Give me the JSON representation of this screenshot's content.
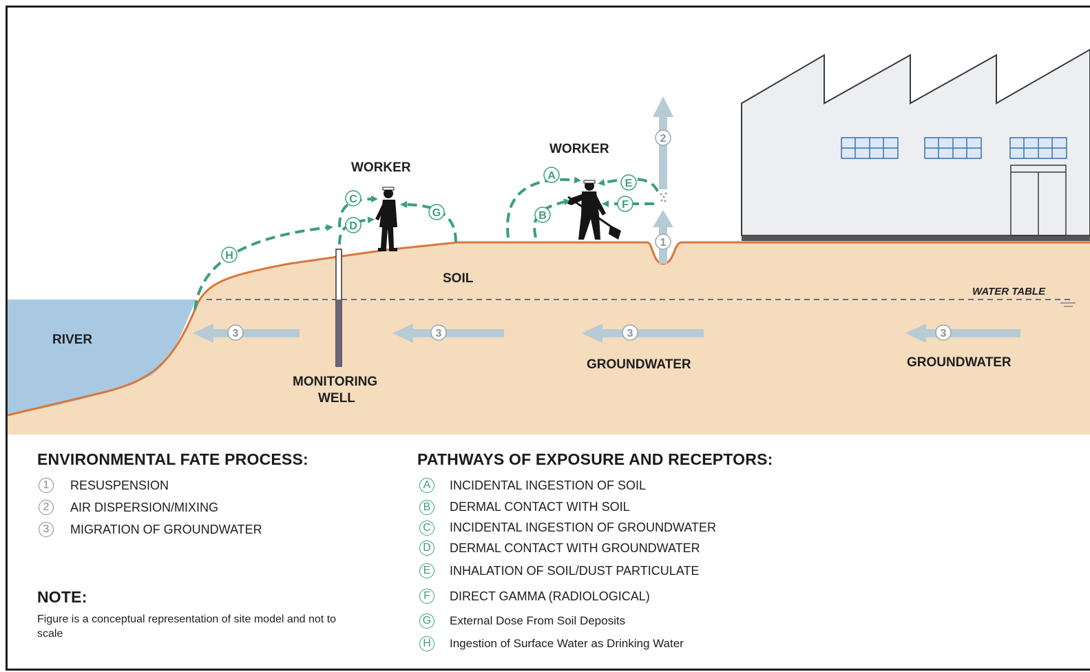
{
  "diagram": {
    "labels": {
      "worker_left": "WORKER",
      "worker_right": "WORKER",
      "soil": "SOIL",
      "river": "RIVER",
      "monitoring_well_line1": "MONITORING",
      "monitoring_well_line2": "WELL",
      "groundwater_1": "GROUNDWATER",
      "groundwater_2": "GROUNDWATER",
      "water_table": "WATER TABLE"
    },
    "markers": {
      "one": "1",
      "two": "2",
      "three": "3",
      "A": "A",
      "B": "B",
      "C": "C",
      "D": "D",
      "E": "E",
      "F": "F",
      "G": "G",
      "H": "H"
    },
    "colors": {
      "soil": "#f4dcbd",
      "soil_surface_line": "#d9773b",
      "river": "#a9c9e3",
      "pathway_green": "#3a9f7e",
      "process_arrow": "#b7cbd6",
      "building": "#eceef1",
      "well_fill": "#6d6384"
    }
  },
  "legend": {
    "fate_title": "ENVIRONMENTAL FATE PROCESS:",
    "fate_items": [
      {
        "marker": "1",
        "label": "RESUSPENSION"
      },
      {
        "marker": "2",
        "label": "AIR DISPERSION/MIXING"
      },
      {
        "marker": "3",
        "label": "MIGRATION OF GROUNDWATER"
      }
    ],
    "pathways_title": "PATHWAYS OF EXPOSURE AND RECEPTORS:",
    "pathway_items": [
      {
        "marker": "A",
        "label": "INCIDENTAL INGESTION OF SOIL"
      },
      {
        "marker": "B",
        "label": "DERMAL CONTACT WITH SOIL"
      },
      {
        "marker": "C",
        "label": "INCIDENTAL INGESTION OF GROUNDWATER"
      },
      {
        "marker": "D",
        "label": "DERMAL CONTACT WITH GROUNDWATER"
      },
      {
        "marker": "E",
        "label": "INHALATION OF SOIL/DUST PARTICULATE"
      },
      {
        "marker": "F",
        "label": "DIRECT GAMMA (RADIOLOGICAL)"
      },
      {
        "marker": "G",
        "label": "External Dose From Soil Deposits"
      },
      {
        "marker": "H",
        "label": "Ingestion of Surface Water as Drinking Water"
      }
    ],
    "note_title": "NOTE:",
    "note_text": "Figure is a conceptual representation of site model and not to scale"
  }
}
